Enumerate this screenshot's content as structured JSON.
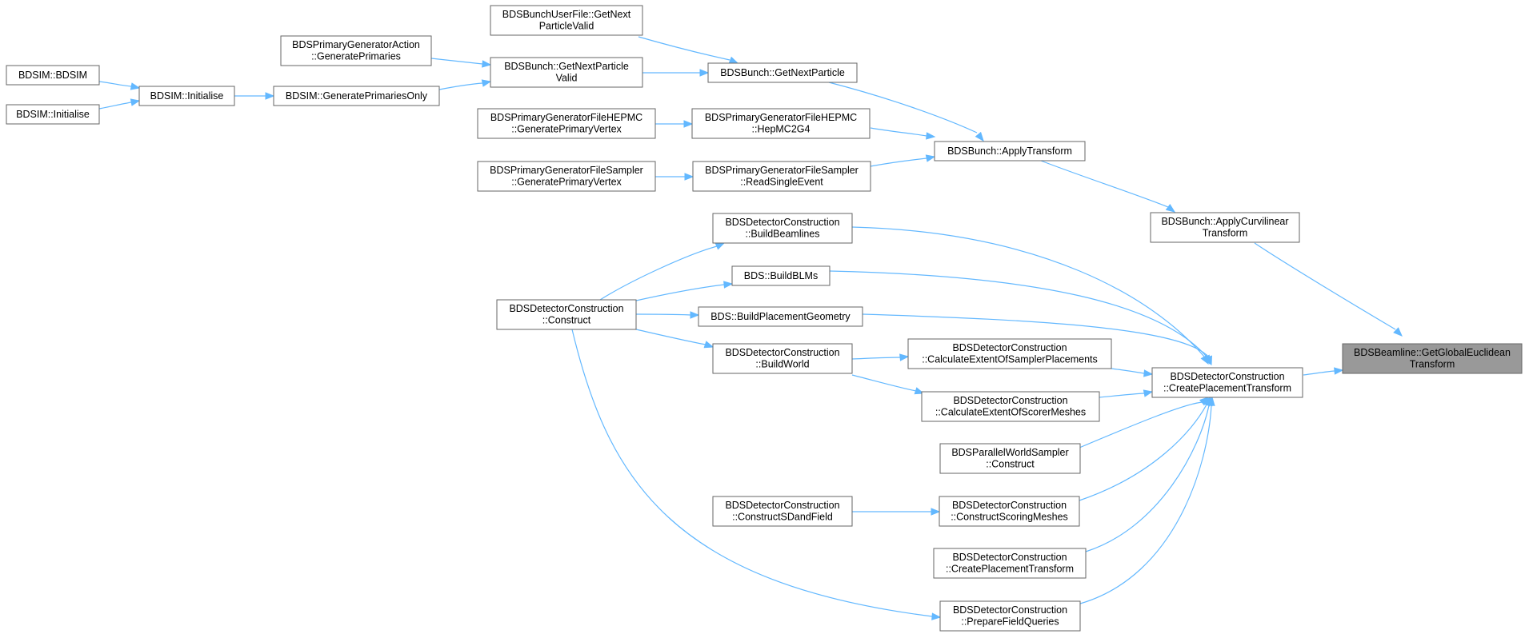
{
  "diagram_type": "call-graph",
  "colors": {
    "edge": "#63b8ff",
    "node_border": "#666666",
    "node_fill": "#ffffff",
    "root_fill": "#999999",
    "text": "#000000"
  },
  "nodes": [
    {
      "id": "root",
      "lines": [
        "BDSBeamline::GetGlobalEuclidean",
        "Transform"
      ]
    },
    {
      "id": "createPlacement",
      "lines": [
        "BDSDetectorConstruction",
        "::CreatePlacementTransform"
      ]
    },
    {
      "id": "applyCurvilinear",
      "lines": [
        "BDSBunch::ApplyCurvilinear",
        "Transform"
      ]
    },
    {
      "id": "applyTransform",
      "lines": [
        "BDSBunch::ApplyTransform"
      ]
    },
    {
      "id": "getNextParticle",
      "lines": [
        "BDSBunch::GetNextParticle"
      ]
    },
    {
      "id": "getNextParticleValid",
      "lines": [
        "BDSBunch::GetNextParticle",
        "Valid"
      ]
    },
    {
      "id": "userFileGetNext",
      "lines": [
        "BDSBunchUserFile::GetNext",
        "ParticleValid"
      ]
    },
    {
      "id": "genPrimaries",
      "lines": [
        "BDSPrimaryGeneratorAction",
        "::GeneratePrimaries"
      ]
    },
    {
      "id": "genPrimariesOnly",
      "lines": [
        "BDSIM::GeneratePrimariesOnly"
      ]
    },
    {
      "id": "bdsimInitialise",
      "lines": [
        "BDSIM::Initialise"
      ]
    },
    {
      "id": "bdsimCtor",
      "lines": [
        "BDSIM::BDSIM"
      ]
    },
    {
      "id": "bdsimInitialise2",
      "lines": [
        "BDSIM::Initialise"
      ]
    },
    {
      "id": "hepMC2G4",
      "lines": [
        "BDSPrimaryGeneratorFileHEPMC",
        "::HepMC2G4"
      ]
    },
    {
      "id": "hepmcGenVertex",
      "lines": [
        "BDSPrimaryGeneratorFileHEPMC",
        "::GeneratePrimaryVertex"
      ]
    },
    {
      "id": "samplerReadSingle",
      "lines": [
        "BDSPrimaryGeneratorFileSampler",
        "::ReadSingleEvent"
      ]
    },
    {
      "id": "samplerGenVertex",
      "lines": [
        "BDSPrimaryGeneratorFileSampler",
        "::GeneratePrimaryVertex"
      ]
    },
    {
      "id": "buildBeamlines",
      "lines": [
        "BDSDetectorConstruction",
        "::BuildBeamlines"
      ]
    },
    {
      "id": "buildBLMs",
      "lines": [
        "BDS::BuildBLMs"
      ]
    },
    {
      "id": "buildPlacementGeometry",
      "lines": [
        "BDS::BuildPlacementGeometry"
      ]
    },
    {
      "id": "buildWorld",
      "lines": [
        "BDSDetectorConstruction",
        "::BuildWorld"
      ]
    },
    {
      "id": "construct",
      "lines": [
        "BDSDetectorConstruction",
        "::Construct"
      ]
    },
    {
      "id": "calcSampler",
      "lines": [
        "BDSDetectorConstruction",
        "::CalculateExtentOfSamplerPlacements"
      ]
    },
    {
      "id": "calcScorer",
      "lines": [
        "BDSDetectorConstruction",
        "::CalculateExtentOfScorerMeshes"
      ]
    },
    {
      "id": "parallelWorldSampler",
      "lines": [
        "BDSParallelWorldSampler",
        "::Construct"
      ]
    },
    {
      "id": "constructScoring",
      "lines": [
        "BDSDetectorConstruction",
        "::ConstructScoringMeshes"
      ]
    },
    {
      "id": "constructSD",
      "lines": [
        "BDSDetectorConstruction",
        "::ConstructSDandField"
      ]
    },
    {
      "id": "createPlacementSelf",
      "lines": [
        "BDSDetectorConstruction",
        "::CreatePlacementTransform"
      ]
    },
    {
      "id": "prepareFieldQueries",
      "lines": [
        "BDSDetectorConstruction",
        "::PrepareFieldQueries"
      ]
    }
  ],
  "edges": [
    {
      "from": "createPlacement",
      "to": "root"
    },
    {
      "from": "applyCurvilinear",
      "to": "root"
    },
    {
      "from": "applyTransform",
      "to": "applyCurvilinear"
    },
    {
      "from": "getNextParticle",
      "to": "applyTransform"
    },
    {
      "from": "hepMC2G4",
      "to": "applyTransform"
    },
    {
      "from": "samplerReadSingle",
      "to": "applyTransform"
    },
    {
      "from": "userFileGetNext",
      "to": "getNextParticle"
    },
    {
      "from": "getNextParticleValid",
      "to": "getNextParticle"
    },
    {
      "from": "genPrimaries",
      "to": "getNextParticleValid"
    },
    {
      "from": "genPrimariesOnly",
      "to": "getNextParticleValid"
    },
    {
      "from": "bdsimInitialise",
      "to": "genPrimariesOnly"
    },
    {
      "from": "bdsimCtor",
      "to": "bdsimInitialise"
    },
    {
      "from": "bdsimInitialise2",
      "to": "bdsimInitialise"
    },
    {
      "from": "hepmcGenVertex",
      "to": "hepMC2G4"
    },
    {
      "from": "samplerGenVertex",
      "to": "samplerReadSingle"
    },
    {
      "from": "buildBeamlines",
      "to": "createPlacement"
    },
    {
      "from": "buildBLMs",
      "to": "createPlacement"
    },
    {
      "from": "buildPlacementGeometry",
      "to": "createPlacement"
    },
    {
      "from": "calcSampler",
      "to": "createPlacement"
    },
    {
      "from": "calcScorer",
      "to": "createPlacement"
    },
    {
      "from": "parallelWorldSampler",
      "to": "createPlacement"
    },
    {
      "from": "constructScoring",
      "to": "createPlacement"
    },
    {
      "from": "createPlacementSelf",
      "to": "createPlacement"
    },
    {
      "from": "prepareFieldQueries",
      "to": "createPlacement"
    },
    {
      "from": "construct",
      "to": "buildBeamlines"
    },
    {
      "from": "construct",
      "to": "buildBLMs"
    },
    {
      "from": "construct",
      "to": "buildPlacementGeometry"
    },
    {
      "from": "construct",
      "to": "buildWorld"
    },
    {
      "from": "construct",
      "to": "prepareFieldQueries"
    },
    {
      "from": "buildWorld",
      "to": "calcSampler"
    },
    {
      "from": "buildWorld",
      "to": "calcScorer"
    },
    {
      "from": "constructSD",
      "to": "constructScoring"
    }
  ]
}
